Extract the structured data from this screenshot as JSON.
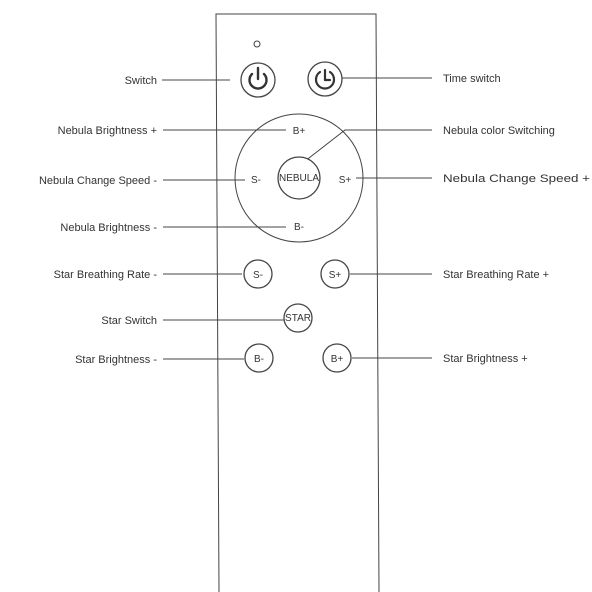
{
  "remote": {
    "buttons": {
      "nebula": "NEBULA",
      "nebula_b_plus": "B+",
      "nebula_b_minus": "B-",
      "nebula_s_minus": "S-",
      "nebula_s_plus": "S+",
      "star": "STAR",
      "star_s_minus": "S-",
      "star_s_plus": "S+",
      "star_b_minus": "B-",
      "star_b_plus": "B+"
    },
    "icons": {
      "switch": "power-icon",
      "time_switch": "timer-icon"
    }
  },
  "labels": {
    "switch": "Switch",
    "time_switch": "Time switch",
    "nebula_brightness_plus": "Nebula Brightness +",
    "nebula_color_switching": "Nebula color Switching",
    "nebula_speed_minus": "Nebula Change Speed -",
    "nebula_speed_plus": "Nebula Change Speed +",
    "nebula_brightness_minus": "Nebula Brightness -",
    "star_breathing_minus": "Star Breathing Rate -",
    "star_breathing_plus": "Star Breathing Rate +",
    "star_switch": "Star Switch",
    "star_brightness_minus": "Star Brightness -",
    "star_brightness_plus": "Star Brightness +"
  }
}
